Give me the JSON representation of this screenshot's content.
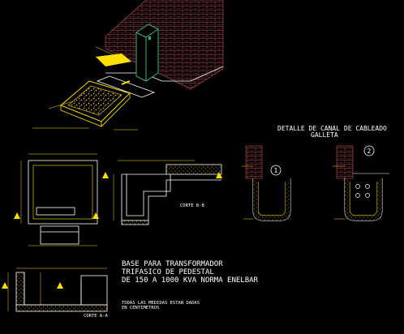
{
  "labels": {
    "detail_title_1": "DETALLE DE CANAL DE CABLEADO",
    "detail_title_2": "GALLETA",
    "main_title_1": "BASE PARA TRANSFORMADOR",
    "main_title_2": "TRIFASICO DE PEDESTAL",
    "main_title_3": "DE 150 A 1000 KVA NORMA ENELBAR",
    "note_1": "TODAS LAS MEDIDAS ESTAN DADAS",
    "note_2": "EN CENTIMETROS",
    "section_bb": "CORTE B-B",
    "section_aa": "CORTE A-A",
    "detail_1": "1",
    "detail_2": "2"
  },
  "colors": {
    "background": "#000000",
    "line_white": "#ffffff",
    "accent_yellow": "#ffe100",
    "brick_red": "#c0504d",
    "cabinet_green": "#3cb371",
    "gravel": "#d2a74a"
  }
}
